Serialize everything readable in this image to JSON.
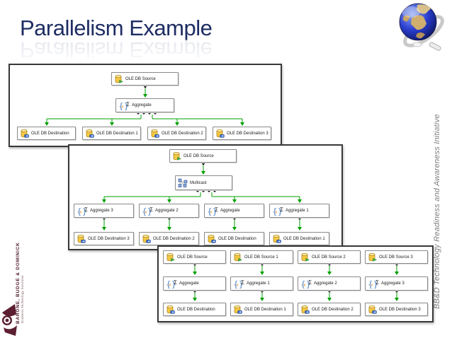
{
  "header": {
    "title": "Parallelism Example"
  },
  "side": {
    "initiative": "BB&D Technology Readiness and Awareness Initiative"
  },
  "logo": {
    "company": "BARONE, BUDGE & DOMINICK",
    "tagline": "Business Technology Solutions"
  },
  "panels": [
    {
      "name": "single-aggregate-fan-out",
      "source": "OLE DB Source",
      "transform": "Aggregate",
      "destinations": [
        "OLE DB Destination",
        "OLE DB Destination 1",
        "OLE DB Destination 2",
        "OLE DB Destination 3"
      ]
    },
    {
      "name": "multicast-parallel-aggregates",
      "source": "OLE DB Source",
      "transform": "Multicast",
      "aggregates": [
        "Aggregate 3",
        "Aggregate 2",
        "Aggregate",
        "Aggregate 1"
      ],
      "destinations": [
        "OLE DB Destination 3",
        "OLE DB Destination 2",
        "OLE DB Destination",
        "OLE DB Destination 1"
      ]
    },
    {
      "name": "independent-parallel-pipelines",
      "columns": [
        {
          "source": "OLE DB Source",
          "aggregate": "Aggregate",
          "destination": "OLE DB Destination"
        },
        {
          "source": "OLE DB Source 1",
          "aggregate": "Aggregate 1",
          "destination": "OLE DB Destination 1"
        },
        {
          "source": "OLE DB Source 2",
          "aggregate": "Aggregate 2",
          "destination": "OLE DB Destination 2"
        },
        {
          "source": "OLE DB Source 3",
          "aggregate": "Aggregate 3",
          "destination": "OLE DB Destination 3"
        }
      ]
    }
  ],
  "colors": {
    "title_navy": "#1e2d63",
    "connector_green": "#00a000",
    "panel_border": "#383838",
    "brand_maroon": "#5b1f31",
    "sidebar_gray": "#7f7f7f"
  }
}
